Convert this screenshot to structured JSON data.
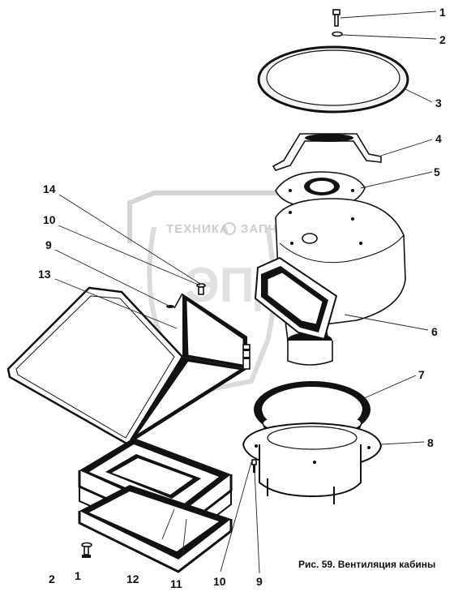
{
  "figure": {
    "caption": "Рис. 59. Вентиляция кабины"
  },
  "watermark": {
    "logo_text": "ЭПД",
    "line_left": "ТЕХНИКА",
    "line_right": "ЗАПЧАСТИ"
  },
  "callouts": {
    "c1_top": "1",
    "c2_top": "2",
    "c3": "3",
    "c4": "4",
    "c5": "5",
    "c6": "6",
    "c7": "7",
    "c8": "8",
    "c14": "14",
    "c10_left": "10",
    "c9_left": "9",
    "c13": "13",
    "c2_bottom": "2",
    "c1_bottom": "1",
    "c12": "12",
    "c11": "11",
    "c10_bottom": "10",
    "c9_bottom": "9"
  },
  "colors": {
    "ink": "#111111",
    "watermark": "#c8c8c8",
    "background": "#ffffff"
  }
}
